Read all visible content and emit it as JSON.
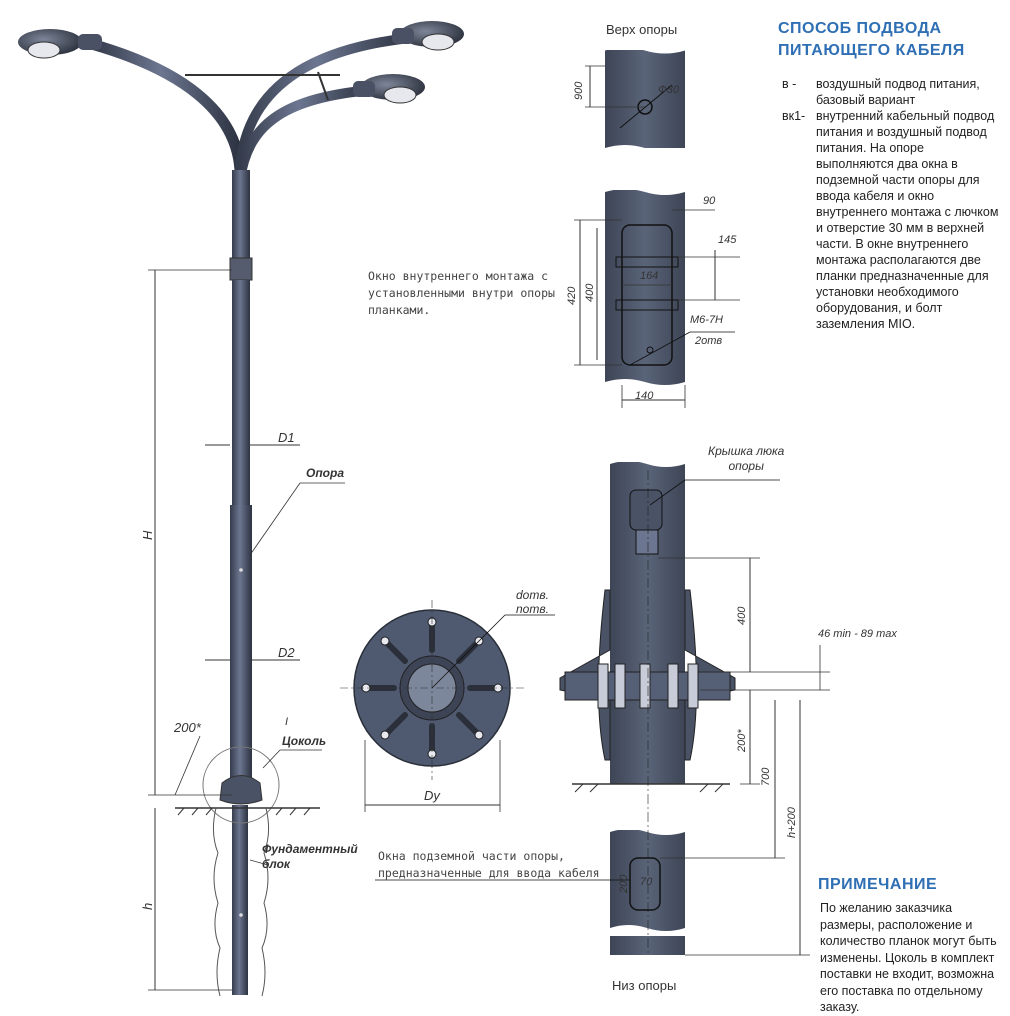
{
  "labels": {
    "top_view": "Верх опоры",
    "bottom_view": "Низ опоры",
    "pole": "Опора",
    "plinth": "Цоколь",
    "foundation": "Фундаментный\nблок",
    "hatch_cover": "Крышка люка\nопоры",
    "window_inner": "Окно внутреннего монтажа с\nустановленными внутри опоры\nпланками.",
    "window_under": "Окна подземной части опоры,\nпредназначенные для ввода кабеля"
  },
  "dimensions": {
    "H": "H",
    "h": "h",
    "D1": "D1",
    "D2": "D2",
    "d200": "200*",
    "mark_I": "I",
    "top_900": "900",
    "phi30": "Ф30",
    "d90": "90",
    "d145": "145",
    "d164": "164",
    "d420": "420",
    "d400": "400",
    "m6": "М6-7Н",
    "holes": "2отв",
    "d140": "140",
    "d_otv": "dотв.",
    "n_otv": "nотв.",
    "Dy": "Dy",
    "b400": "400",
    "range": "46 min - 89 max",
    "b200": "200*",
    "b700": "700",
    "h200": "h+200",
    "w200": "200",
    "w70": "70"
  },
  "cable_section": {
    "title_line1": "Способ подвода",
    "title_line2": "питающего кабеля",
    "items": [
      {
        "key": "в -",
        "text": "воздушный подвод питания, базовый вариант"
      },
      {
        "key": "вк1-",
        "text": "внутренний кабельный подвод питания и воздушный подвод питания. На опоре выполняются два окна в подземной части опоры для ввода кабеля и окно внутреннего монтажа с лючком и отверстие 30 мм в верхней части. В окне внутреннего монтажа располагаются две планки предназначенные для установки необходимого оборудования, и болт заземления MIO."
      }
    ]
  },
  "note": {
    "title": "Примечание",
    "text": "По желанию заказчика размеры, расположение и количество планок могут быть изменены. Цоколь в комплект поставки не входит, возможна его поставка по отдельному заказу."
  },
  "colors": {
    "accent": "#2f6fb4",
    "steel": "#4e586c",
    "steel_dark": "#353c4c",
    "line": "#333333"
  }
}
